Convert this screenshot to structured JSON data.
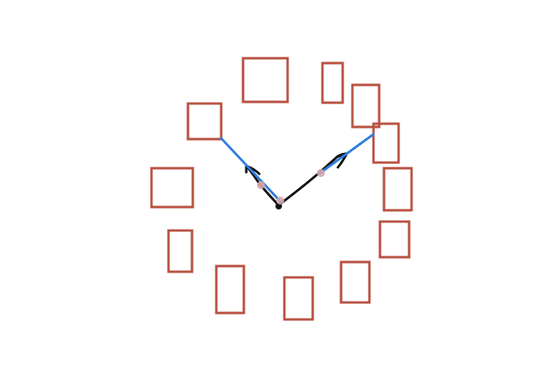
{
  "colors": {
    "background": "#ffffff",
    "box_stroke": "#b85040",
    "connector": "#2e7de0",
    "sketch": "#111111",
    "node": "#d4a7ad"
  },
  "diagram": {
    "description_items": [
      {
        "name": "box-top-center"
      },
      {
        "name": "box-top-right-1"
      },
      {
        "name": "box-top-right-2"
      },
      {
        "name": "box-right-1"
      },
      {
        "name": "box-right-2"
      },
      {
        "name": "box-right-3"
      },
      {
        "name": "box-bottom-right"
      },
      {
        "name": "box-bottom-center"
      },
      {
        "name": "box-bottom-left"
      },
      {
        "name": "box-left-1"
      },
      {
        "name": "box-left-2"
      },
      {
        "name": "box-top-left"
      }
    ]
  }
}
